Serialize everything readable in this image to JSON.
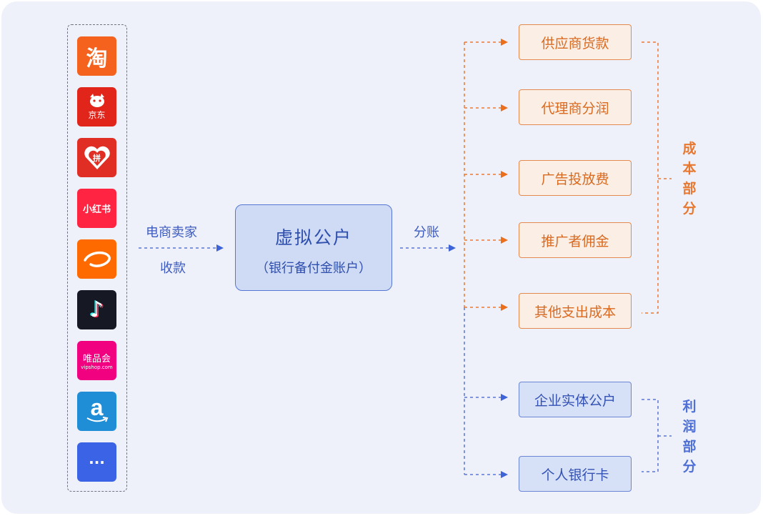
{
  "platforms": [
    {
      "name": "taobao",
      "glyph": "淘",
      "bg": "#f4621d"
    },
    {
      "name": "jd",
      "glyph": "京东",
      "bg": "#e1251b"
    },
    {
      "name": "pinduoduo",
      "glyph": "拼",
      "bg": "#e02e24"
    },
    {
      "name": "xiaohongshu",
      "glyph": "小红书",
      "bg": "#ff2442"
    },
    {
      "name": "alibaba",
      "glyph": "e",
      "bg": "#ff6a00"
    },
    {
      "name": "douyin",
      "glyph": "♪",
      "bg": "#161823"
    },
    {
      "name": "vipshop",
      "glyph": "唯品会",
      "sub": "vipshop.com",
      "bg": "#f10180"
    },
    {
      "name": "amazon",
      "glyph": "a",
      "bg": "#1f8ed6"
    },
    {
      "name": "more",
      "glyph": "···",
      "bg": "#3b63e6"
    }
  ],
  "seller": {
    "line1": "电商卖家",
    "line2": "收款"
  },
  "center": {
    "title": "虚拟公户",
    "subtitle": "（银行备付金账户）"
  },
  "split_label": "分账",
  "cost_items": [
    "供应商货款",
    "代理商分润",
    "广告投放费",
    "推广者佣金",
    "其他支出成本"
  ],
  "profit_items": [
    "企业实体公户",
    "个人银行卡"
  ],
  "cost_group": {
    "chars": [
      "成",
      "本",
      "部",
      "分"
    ]
  },
  "profit_group": {
    "chars": [
      "利",
      "润",
      "部",
      "分"
    ]
  },
  "colors": {
    "cost": "#e8782f",
    "profit": "#4d6fd6",
    "panel": "#eef1fa"
  }
}
